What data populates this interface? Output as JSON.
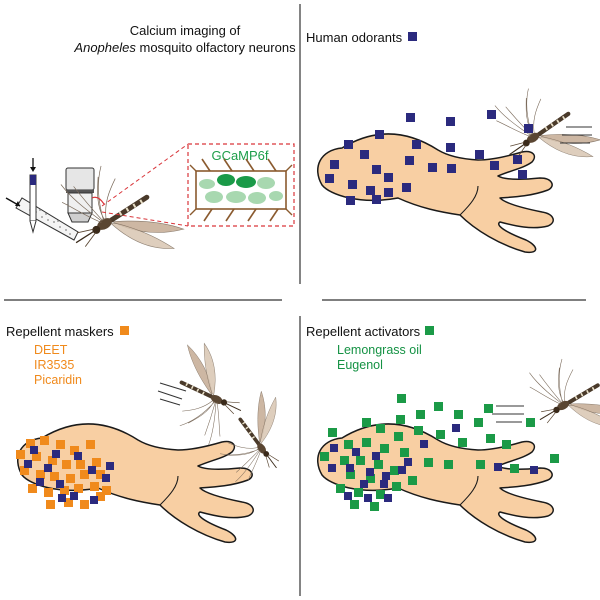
{
  "panels": {
    "imaging": {
      "title_line1": "Calcium imaging of",
      "title_species": "Anopheles",
      "title_rest": " mosquito olfactory neurons",
      "indicator": "GCaMP6f"
    },
    "odorants": {
      "label": "Human odorants"
    },
    "maskers": {
      "label": "Repellent maskers",
      "items": [
        "DEET",
        "IR3535",
        "Picaridin"
      ]
    },
    "activators": {
      "label": "Repellent activators",
      "items": [
        "Lemongrass oil",
        "Eugenol"
      ]
    }
  },
  "colors": {
    "odorant": "#2b2a7e",
    "masker": "#f08a1c",
    "activator": "#1b9a47",
    "skin": "#f8cfa3",
    "outline": "#1a1a1a",
    "gcamp_dark": "#1a9a48",
    "gcamp_light": "#a8d8b0",
    "divider": "#333333",
    "zoom_box": "#d9363b",
    "cuticle": "#8a5a2e"
  },
  "icons": {
    "mosquito": "mosquito-icon",
    "microscope": "microscope-objective-icon",
    "electrode": "recording-electrode-icon",
    "arm": "human-arm-icon"
  }
}
